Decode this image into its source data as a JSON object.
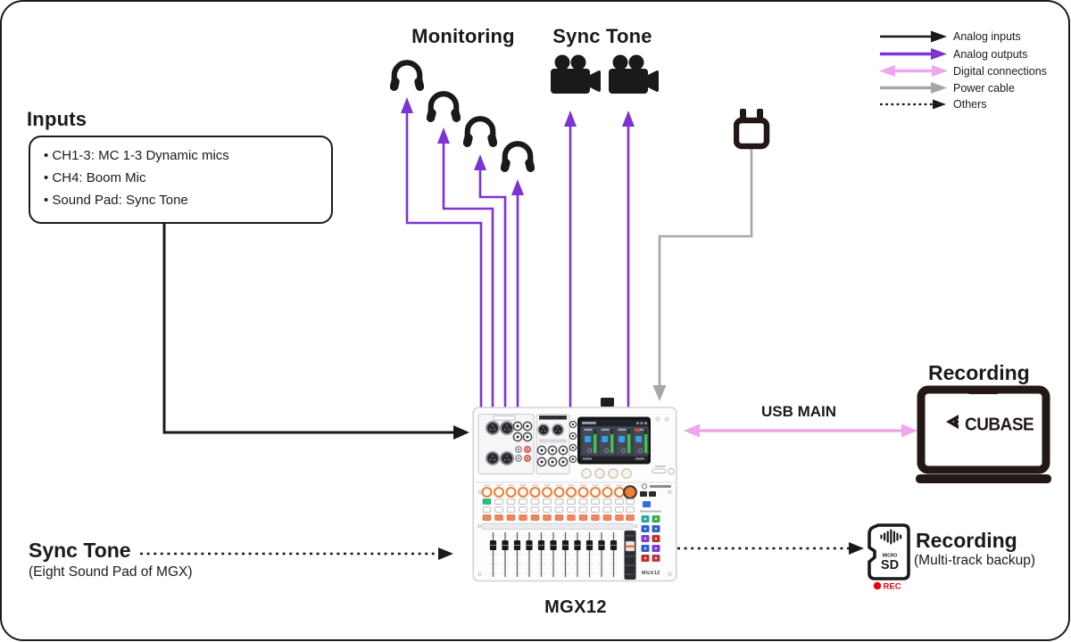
{
  "legend": {
    "items": [
      {
        "label": "Analog inputs",
        "type": "analog-input"
      },
      {
        "label": "Analog outputs",
        "type": "analog-output"
      },
      {
        "label": "Digital connections",
        "type": "digital"
      },
      {
        "label": "Power cable",
        "type": "power"
      },
      {
        "label": "Others",
        "type": "others"
      }
    ]
  },
  "inputs_panel": {
    "heading": "Inputs",
    "items": [
      "• CH1-3: MC 1-3 Dynamic mics",
      "• CH4: Boom Mic",
      "• Sound Pad: Sync Tone"
    ]
  },
  "monitoring": {
    "heading": "Monitoring"
  },
  "sync_tone_out": {
    "heading": "Sync Tone"
  },
  "usb": {
    "label": "USB MAIN"
  },
  "daw": {
    "heading": "Recording",
    "app_name": "CUBASE"
  },
  "backup": {
    "heading": "Recording",
    "subtitle": "(Multi-track backup)",
    "card_top": "MICRO",
    "card_label": "SD",
    "rec_label": "REC"
  },
  "sync_tone_pad": {
    "heading": "Sync Tone",
    "subtitle": "(Eight Sound Pad of MGX)"
  },
  "mixer": {
    "model": "MGX12"
  },
  "colors": {
    "analog_input": "#1a1a1a",
    "analog_output": "#7c33d4",
    "digital": "#eda7ec",
    "power": "#a7a7aa",
    "rec_red": "#e60012"
  }
}
